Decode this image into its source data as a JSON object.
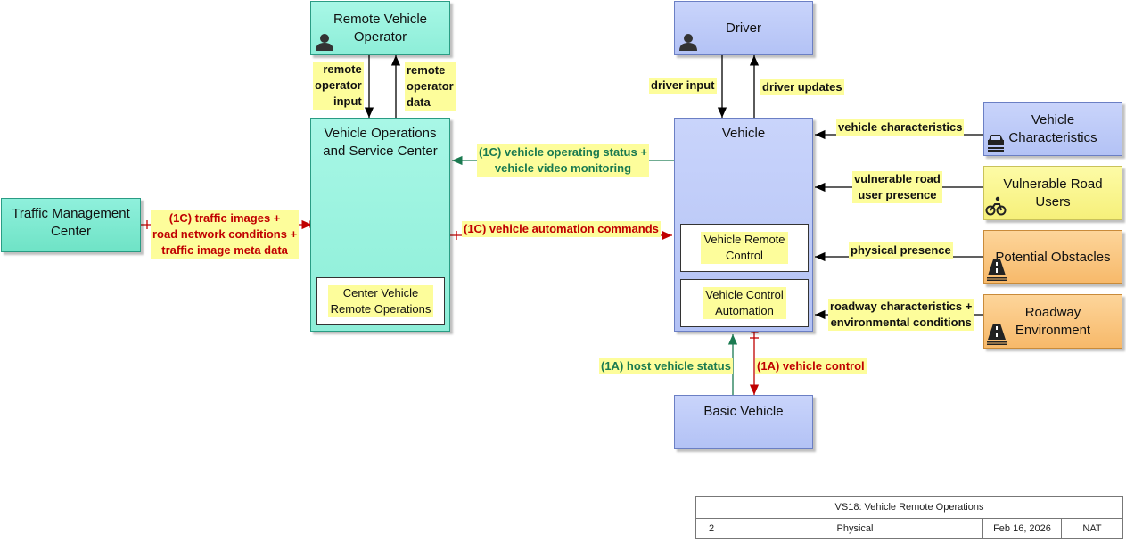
{
  "nodes": {
    "remote_operator": "Remote Vehicle\nOperator",
    "driver": "Driver",
    "traffic_mgmt": "Traffic Management\nCenter",
    "vosc": "Vehicle Operations\nand Service Center",
    "vehicle": "Vehicle",
    "basic_vehicle": "Basic Vehicle",
    "vehicle_characteristics": "Vehicle\nCharacteristics",
    "vulnerable_users": "Vulnerable Road\nUsers",
    "potential_obstacles": "Potential Obstacles",
    "roadway_environment": "Roadway\nEnvironment"
  },
  "subsystems": {
    "center_remote_ops": "Center Vehicle\nRemote Operations",
    "vehicle_remote_control": "Vehicle Remote\nControl",
    "vehicle_control_automation": "Vehicle Control\nAutomation"
  },
  "flows": {
    "remote_operator_input": "remote\noperator\ninput",
    "remote_operator_data": "remote\noperator\ndata",
    "driver_input": "driver input",
    "driver_updates": "driver updates",
    "traffic_images": "(1C) traffic images +\nroad network conditions +\ntraffic image meta data",
    "vehicle_operating_status": "(1C) vehicle operating status +\nvehicle video monitoring",
    "vehicle_automation_commands": "(1C) vehicle automation commands",
    "vehicle_characteristics": "vehicle characteristics",
    "vulnerable_presence": "vulnerable road\nuser presence",
    "physical_presence": "physical presence",
    "roadway_characteristics": "roadway characteristics +\nenvironmental conditions",
    "host_vehicle_status": "(1A) host vehicle status",
    "vehicle_control": "(1A) vehicle control"
  },
  "title_block": {
    "title": "VS18: Vehicle Remote Operations",
    "page": "2",
    "view": "Physical",
    "date": "Feb 16, 2026",
    "org": "NAT"
  },
  "colors": {
    "center": "#7fead0",
    "vehicle": "#bccafa",
    "yellow_terminator": "#fbf68a",
    "orange_terminator": "#f9c57c",
    "flow_red": "#c00000",
    "flow_green": "#1a7a50"
  },
  "icons": [
    "person-icon",
    "person-icon",
    "car-icon",
    "cyclist-icon",
    "road-icon",
    "road-icon"
  ]
}
